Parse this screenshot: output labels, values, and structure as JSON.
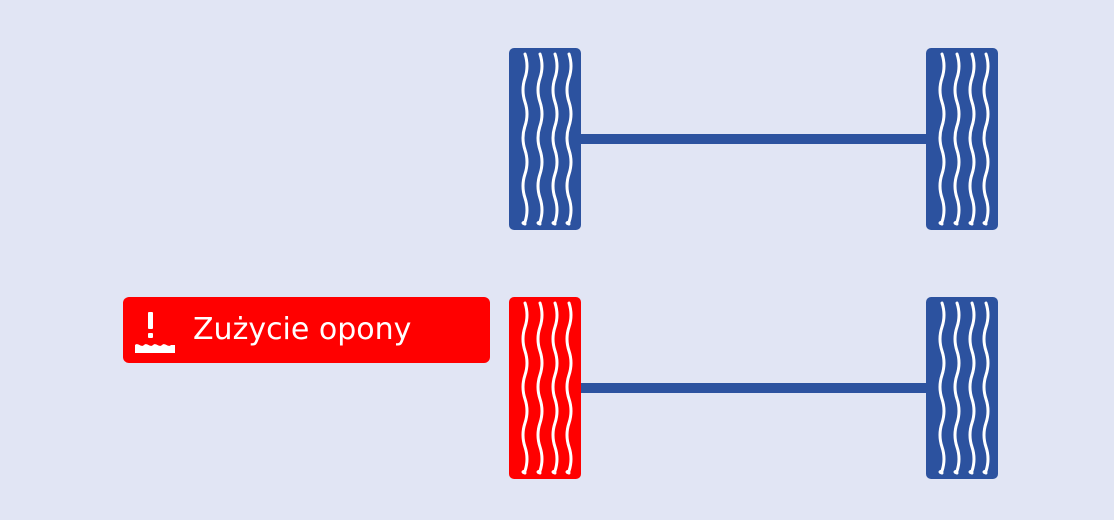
{
  "alert": {
    "label": "Zużycie opony",
    "icon": "tire-wear-warning-icon"
  },
  "axles": [
    {
      "name": "front-axle",
      "tires": [
        {
          "side": "left",
          "status": "ok"
        },
        {
          "side": "right",
          "status": "ok"
        }
      ]
    },
    {
      "name": "rear-axle",
      "tires": [
        {
          "side": "left",
          "status": "worn"
        },
        {
          "side": "right",
          "status": "ok"
        }
      ]
    }
  ],
  "colors": {
    "background": "#e1e5f4",
    "ok": "#2c529f",
    "worn": "#ff0000",
    "tread": "#ffffff",
    "alert": "#ff0000"
  }
}
